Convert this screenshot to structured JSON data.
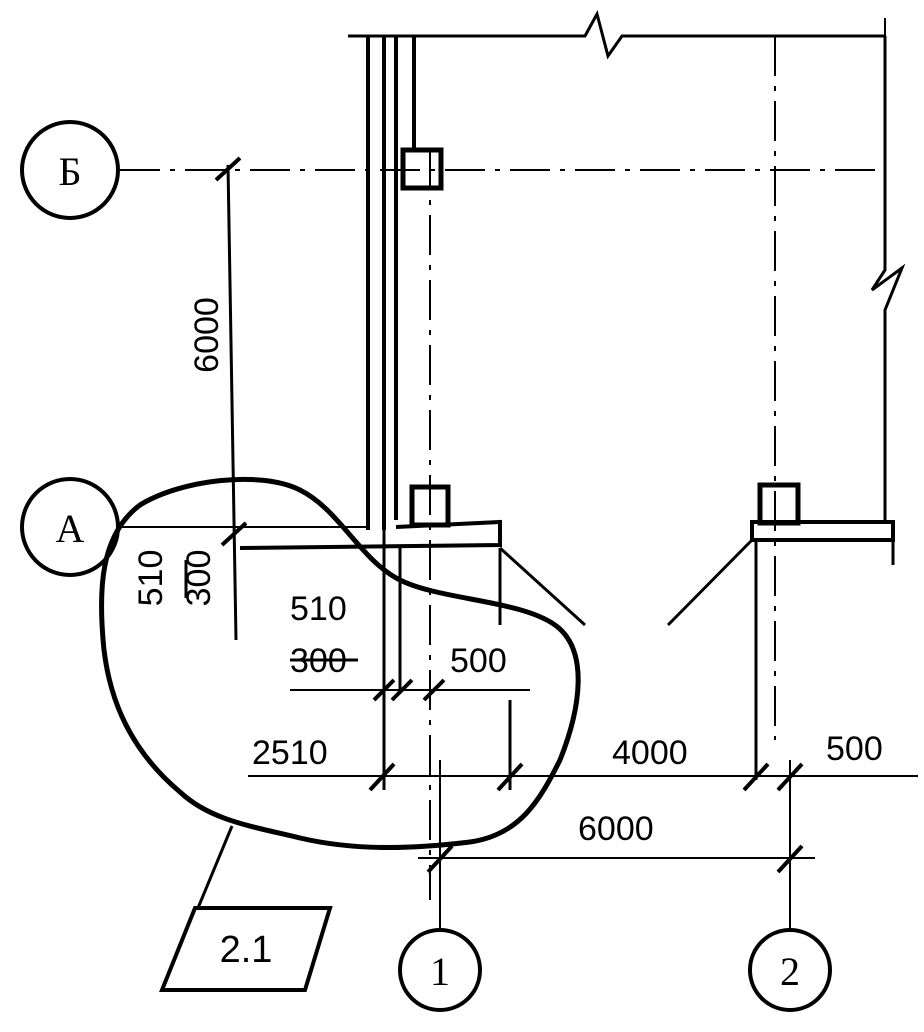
{
  "axes": {
    "rows": [
      "А",
      "Б"
    ],
    "columns": [
      "1",
      "2"
    ]
  },
  "dimensions": {
    "row_spacing": "6000",
    "left_edge_new": "510",
    "left_edge_old": "300",
    "wall_new": "510",
    "wall_old": "300",
    "slab_offset": "500",
    "extension": "2510",
    "span_inner": "4000",
    "right_offset": "500",
    "column_spacing": "6000"
  },
  "detail_callout": "2.1"
}
